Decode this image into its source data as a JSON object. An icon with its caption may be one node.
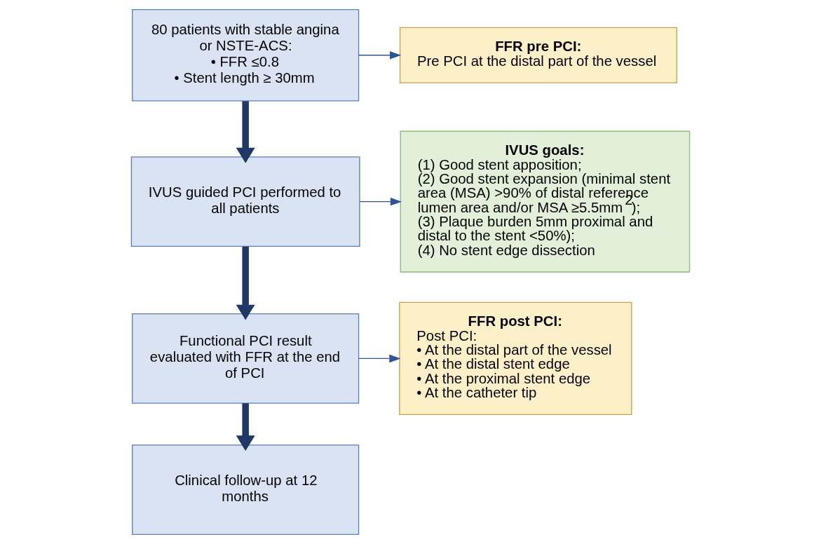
{
  "diagram": {
    "nodes": [
      {
        "text": [
          "80 patients with stable angina or NSTE-ACS:",
          "• FFR ≤0.8",
          "• Stent length ≥ 30mm"
        ]
      },
      {
        "text": [
          "FFR pre PCI:",
          "Pre PCI at the distal part of the vessel"
        ]
      },
      {
        "text": [
          "IVUS guided PCI performed to all patients"
        ]
      },
      {
        "text": [
          "IVUS goals:",
          "(1) Good stent apposition;",
          "(2) Good stent expansion (minimal stent area (MSA) >90% of distal reference lumen area and/or MSA ≥5.5mm$^{2}$);",
          "(3) Plaque burden 5mm proximal and distal to the stent <50%);",
          "(4) No stent edge dissection"
        ]
      },
      {
        "text": [
          "Functional PCI result evaluated with FFR at the end of PCI"
        ]
      },
      {
        "text": [
          "FFR post PCI:",
          "Post PCI:",
          "• At the distal part of the vessel",
          "• At the distal stent edge",
          "• At the proximal stent edge",
          "• At the catheter tip"
        ]
      },
      {
        "text": [
          "Clinical follow-up at 12 months"
        ]
      }
    ],
    "edges": [
      {
        "from": 0,
        "to": 1,
        "arrow": "to"
      },
      {
        "from": 0,
        "to": 2,
        "arrow": "to",
        "style": "thick",
        "color": "#1f3864"
      },
      {
        "from": 2,
        "to": 3,
        "arrow": "to"
      },
      {
        "from": 2,
        "to": 4,
        "arrow": "to",
        "style": "thick",
        "color": "#1f3864"
      },
      {
        "from": 4,
        "to": 5,
        "arrow": "to"
      },
      {
        "from": 4,
        "to": 6,
        "arrow": "to",
        "style": "thick",
        "color": "#1f3864"
      }
    ]
  }
}
